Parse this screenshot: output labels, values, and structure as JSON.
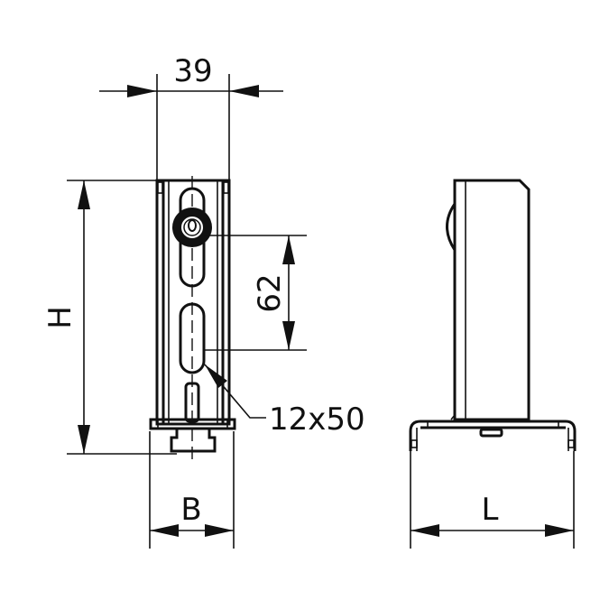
{
  "drawing": {
    "type": "technical drawing - bracket front and side views",
    "stroke_color": "#111111",
    "background": "#ffffff",
    "dimensions": {
      "width_top": "39",
      "height": "H",
      "slot_spacing": "62",
      "slot_size": "12x50",
      "base_width": "B",
      "length": "L"
    }
  }
}
